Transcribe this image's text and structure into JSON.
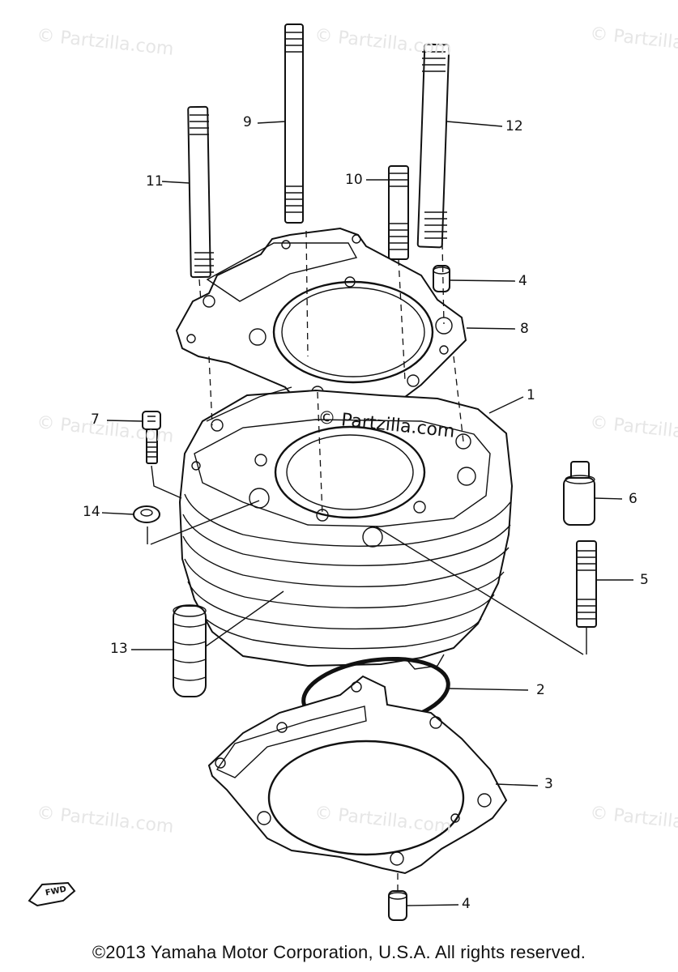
{
  "diagram": {
    "copyright": "©2013 Yamaha Motor Corporation, U.S.A. All rights reserved.",
    "watermark": "© Partzilla.com",
    "fwd_label": "FWD",
    "callouts": [
      {
        "id": "1",
        "label": "1"
      },
      {
        "id": "2",
        "label": "2"
      },
      {
        "id": "3",
        "label": "3"
      },
      {
        "id": "4a",
        "label": "4"
      },
      {
        "id": "4b",
        "label": "4"
      },
      {
        "id": "5",
        "label": "5"
      },
      {
        "id": "6",
        "label": "6"
      },
      {
        "id": "7",
        "label": "7"
      },
      {
        "id": "8",
        "label": "8"
      },
      {
        "id": "9",
        "label": "9"
      },
      {
        "id": "10",
        "label": "10"
      },
      {
        "id": "11",
        "label": "11"
      },
      {
        "id": "12",
        "label": "12"
      },
      {
        "id": "13",
        "label": "13"
      },
      {
        "id": "14",
        "label": "14"
      }
    ]
  }
}
